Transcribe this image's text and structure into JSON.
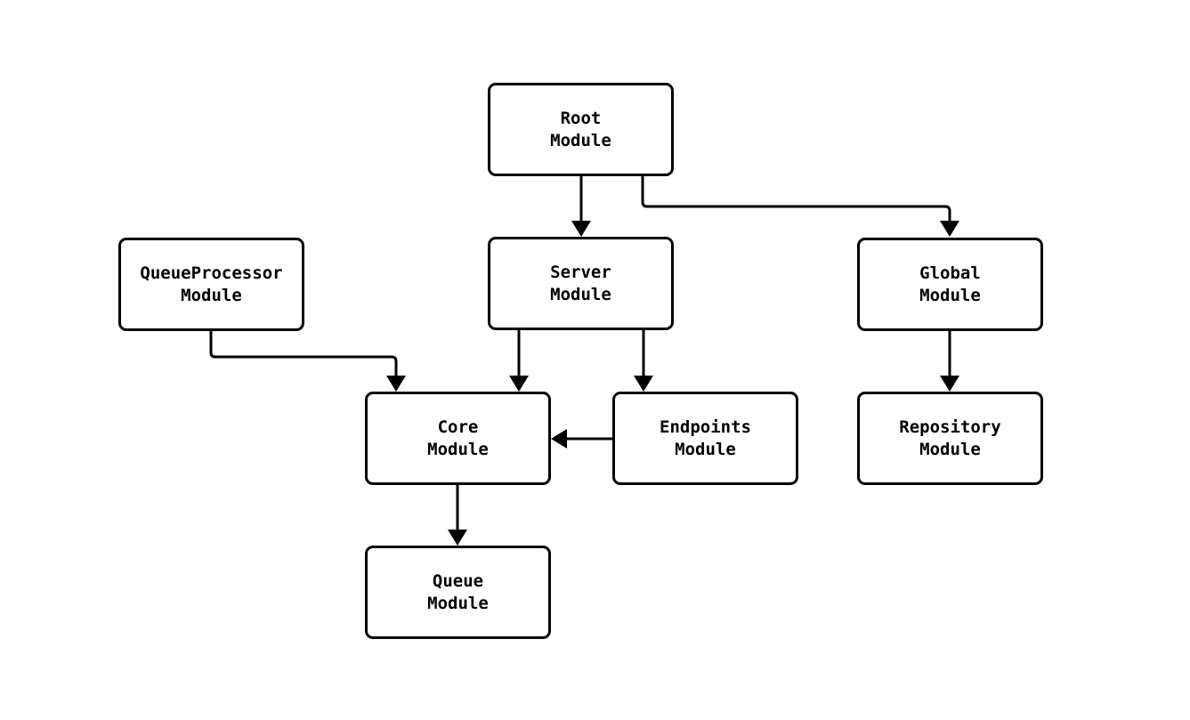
{
  "diagram": {
    "type": "flowchart",
    "background_color": "#ffffff",
    "stroke_color": "#000000",
    "nodes": {
      "root": {
        "line1": "Root",
        "line2": "Module"
      },
      "queueProcessor": {
        "line1": "QueueProcessor",
        "line2": "Module"
      },
      "server": {
        "line1": "Server",
        "line2": "Module"
      },
      "global": {
        "line1": "Global",
        "line2": "Module"
      },
      "core": {
        "line1": "Core",
        "line2": "Module"
      },
      "endpoints": {
        "line1": "Endpoints",
        "line2": "Module"
      },
      "repository": {
        "line1": "Repository",
        "line2": "Module"
      },
      "queue": {
        "line1": "Queue",
        "line2": "Module"
      }
    },
    "edges": [
      {
        "from": "Root Module",
        "to": "Server Module"
      },
      {
        "from": "Root Module",
        "to": "Global Module"
      },
      {
        "from": "QueueProcessor Module",
        "to": "Core Module"
      },
      {
        "from": "Server Module",
        "to": "Core Module"
      },
      {
        "from": "Server Module",
        "to": "Endpoints Module"
      },
      {
        "from": "Endpoints Module",
        "to": "Core Module"
      },
      {
        "from": "Global Module",
        "to": "Repository Module"
      },
      {
        "from": "Core Module",
        "to": "Queue Module"
      }
    ]
  }
}
